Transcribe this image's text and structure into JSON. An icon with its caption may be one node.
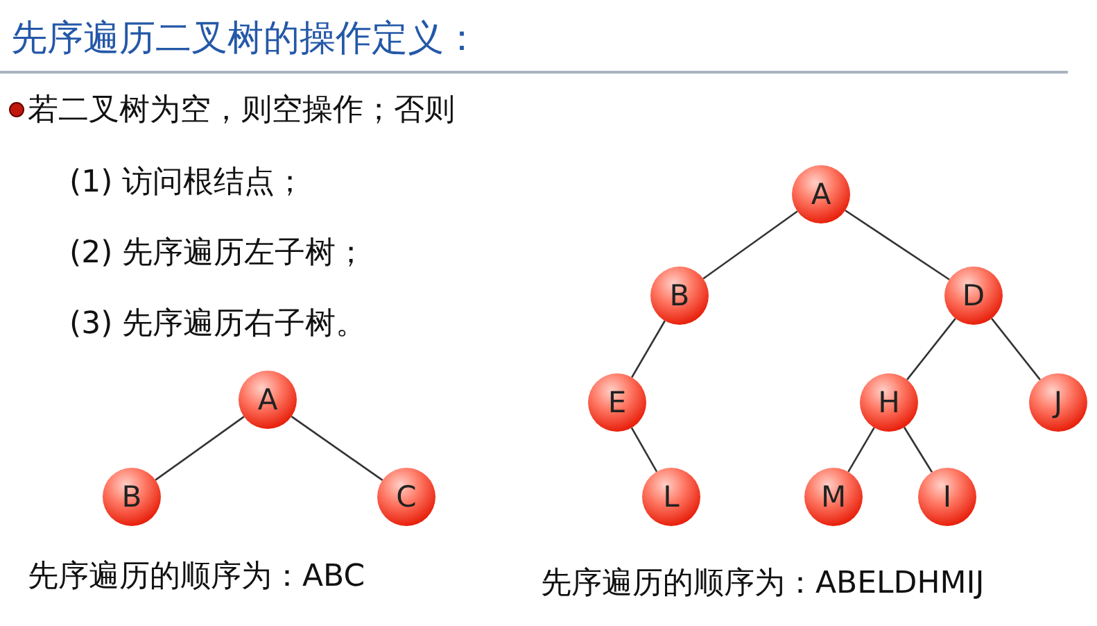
{
  "diagram": {
    "title": "先序遍历二叉树的操作定义：",
    "nodes": [
      {
        "text": [
          "A"
        ]
      },
      {
        "text": [
          "B"
        ]
      },
      {
        "text": [
          "C"
        ]
      },
      {
        "text": [
          "A"
        ]
      },
      {
        "text": [
          "B"
        ]
      },
      {
        "text": [
          "D"
        ]
      },
      {
        "text": [
          "E"
        ]
      },
      {
        "text": [
          "H"
        ]
      },
      {
        "text": [
          "J"
        ]
      },
      {
        "text": [
          "L"
        ]
      },
      {
        "text": [
          "M"
        ]
      },
      {
        "text": [
          "I"
        ]
      }
    ],
    "edges": [
      {
        "from": 0,
        "to": 1,
        "arrow": "none"
      },
      {
        "from": 0,
        "to": 2,
        "arrow": "none"
      },
      {
        "from": 3,
        "to": 4,
        "arrow": "none"
      },
      {
        "from": 3,
        "to": 5,
        "arrow": "none"
      },
      {
        "from": 4,
        "to": 6,
        "arrow": "none"
      },
      {
        "from": 5,
        "to": 7,
        "arrow": "none"
      },
      {
        "from": 5,
        "to": 8,
        "arrow": "none"
      },
      {
        "from": 6,
        "to": 9,
        "arrow": "none"
      },
      {
        "from": 7,
        "to": 10,
        "arrow": "none"
      },
      {
        "from": 7,
        "to": 11,
        "arrow": "none"
      }
    ],
    "labels": [
      "若二叉树为空，则空操作；否则",
      "(1) 访问根结点；",
      "(2) 先序遍历左子树；",
      "(3) 先序遍历右子树。",
      "先序遍历的顺序为：ABC",
      "先序遍历的顺序为：ABELDHMIJ"
    ]
  }
}
